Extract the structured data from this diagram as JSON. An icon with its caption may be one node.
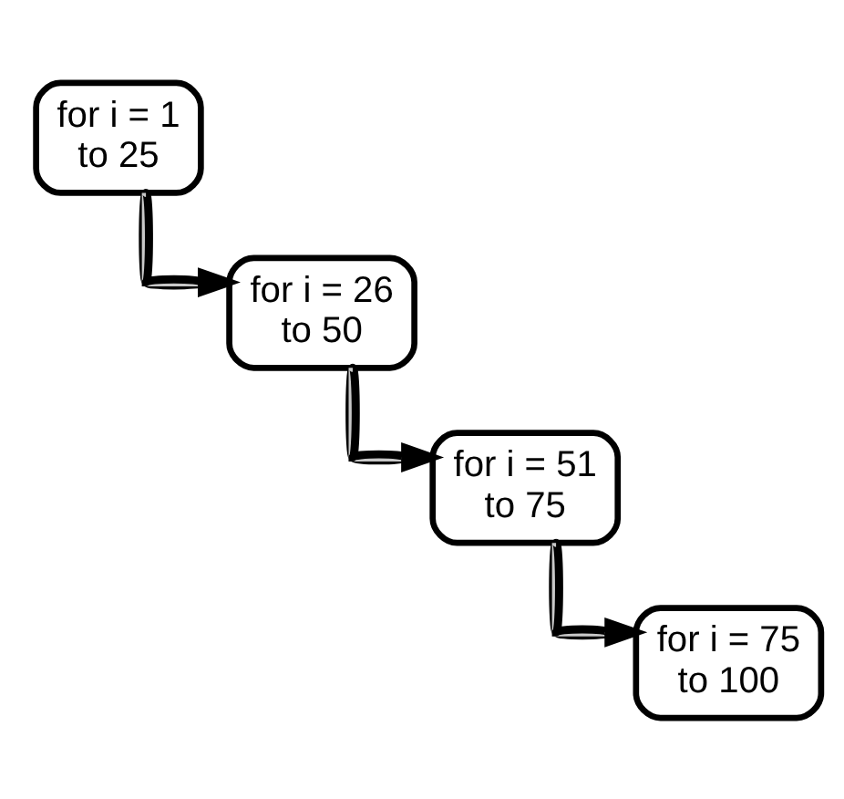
{
  "diagram": {
    "nodes": [
      {
        "text": [
          "for i = 1 to 25"
        ]
      },
      {
        "text": [
          "for i = 26 to 50"
        ]
      },
      {
        "text": [
          "for i = 51 to 75"
        ]
      },
      {
        "text": [
          "for i = 75 to 100"
        ]
      }
    ],
    "edges": [
      {
        "from": 0,
        "to": 1,
        "arrow": "to"
      },
      {
        "from": 1,
        "to": 2,
        "arrow": "to"
      },
      {
        "from": 2,
        "to": 3,
        "arrow": "to"
      }
    ]
  }
}
